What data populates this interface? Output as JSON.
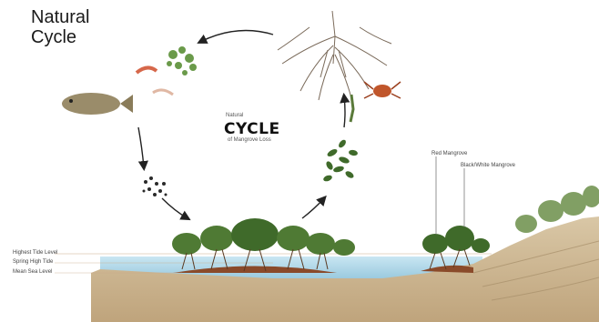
{
  "title": {
    "line1": "Natural",
    "line2": "Cycle"
  },
  "center": {
    "kicker": "Natural",
    "heading": "CYCLE",
    "subheading": "of Mangrove Loss"
  },
  "water_levels": [
    "Highest Tide Level",
    "Spring High Tide",
    "Mean Sea Level"
  ],
  "callouts": [
    "Red Mangrove",
    "Black/White Mangrove"
  ],
  "colors": {
    "water": "#a9d3e6",
    "sediment": "#d8c4a4",
    "mud": "#8a4a2a",
    "foliage": "#4f7a34",
    "crab": "#c0562b",
    "fish": "#9a8c6a",
    "arrow": "#222222"
  }
}
